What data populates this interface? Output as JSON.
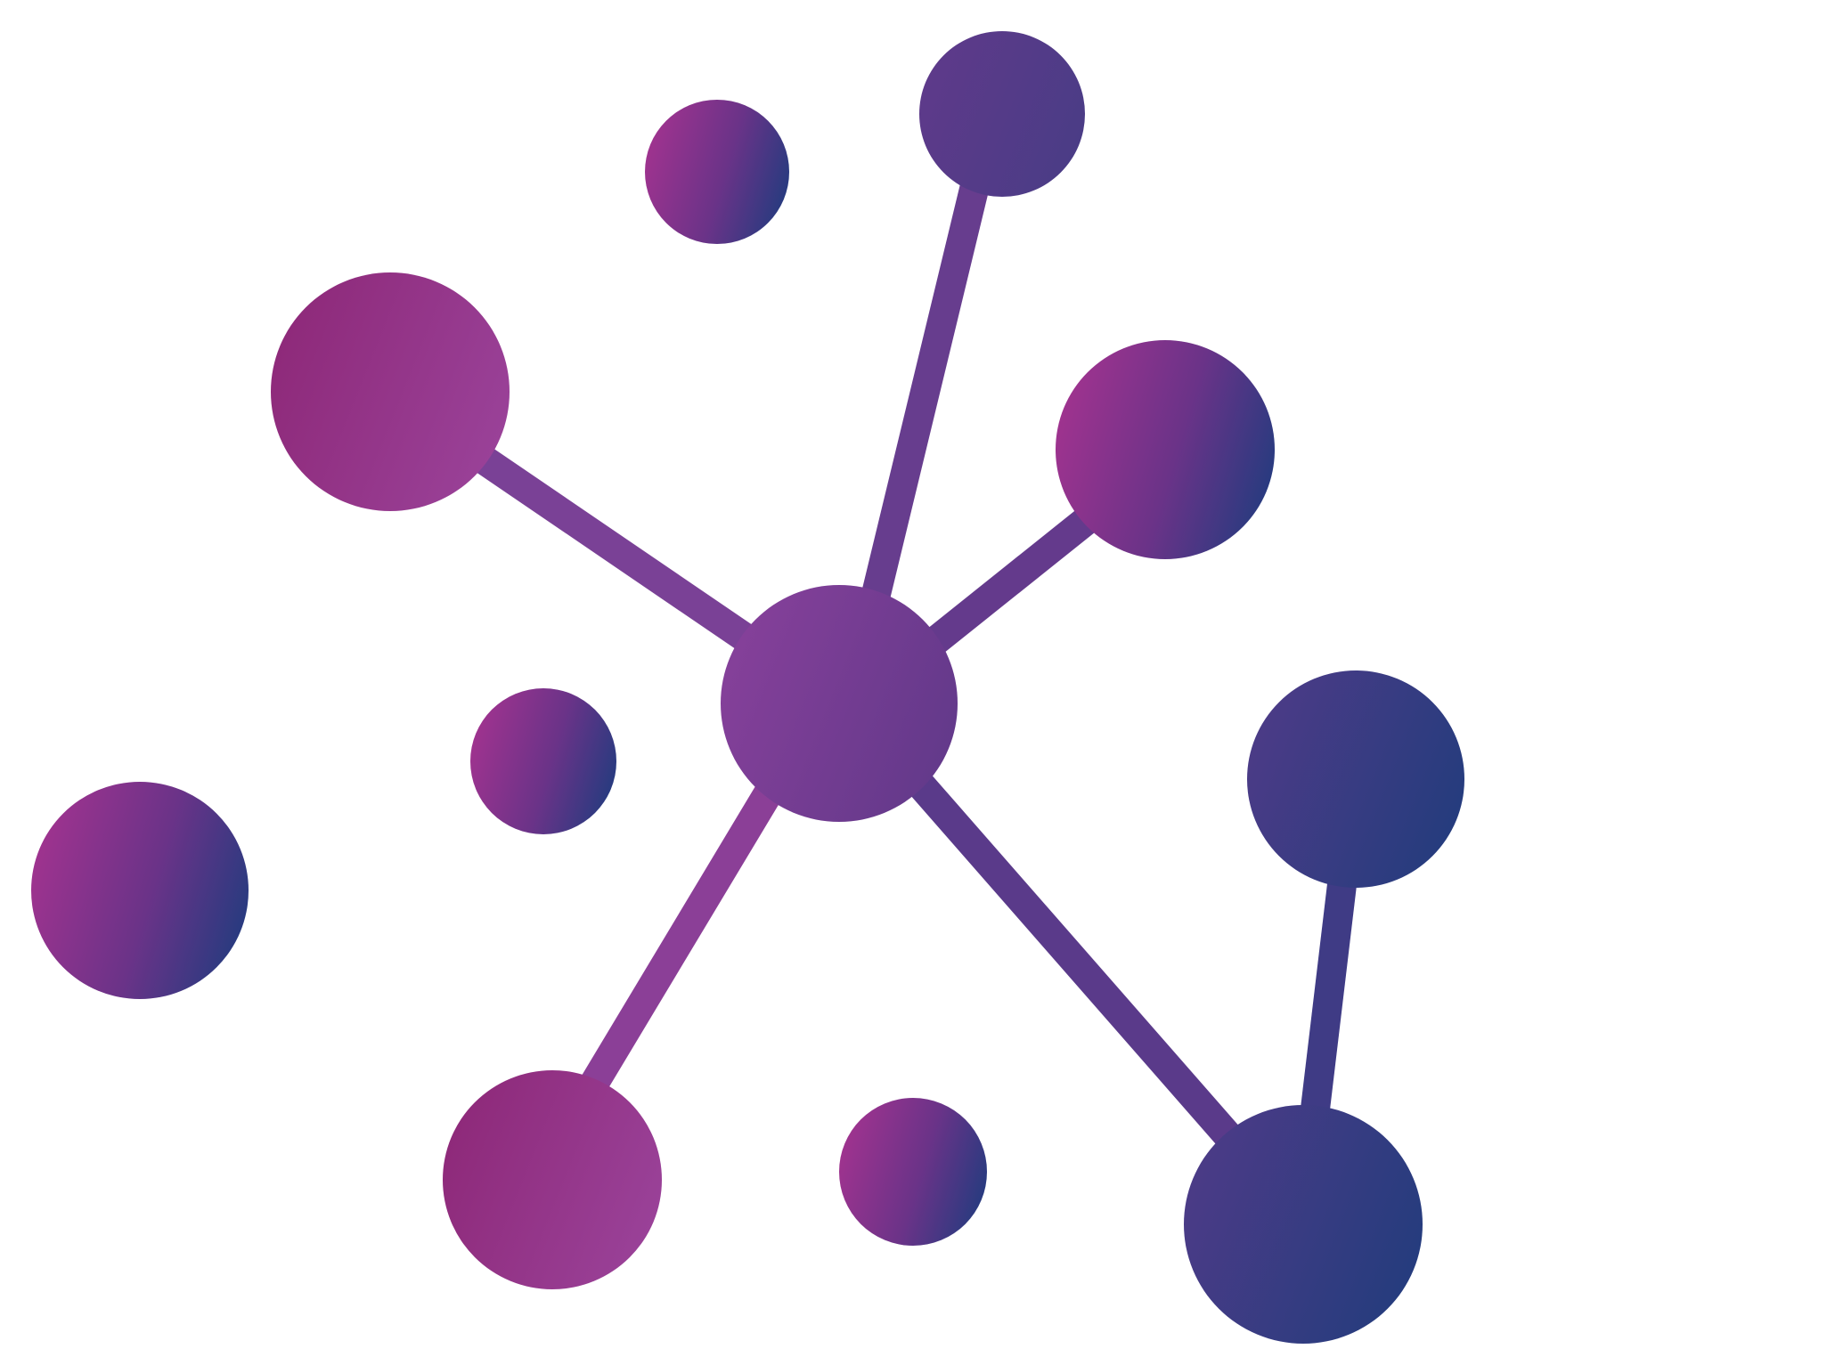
{
  "diagram": {
    "type": "network-graph",
    "background": "#ffffff",
    "colors": {
      "edge": "#6a3b8e",
      "magenta": "#a0338f",
      "purple": "#7a3f96",
      "violet": "#5a3a8a",
      "navy": "#283c7e",
      "plum": "#8e2d7b",
      "orchid": "#9a4197"
    },
    "nodes": [
      {
        "id": "center-node",
        "icon": "circle-node-icon"
      },
      {
        "id": "top-node",
        "icon": "circle-node-icon"
      },
      {
        "id": "top-left-large-node",
        "icon": "circle-node-icon"
      },
      {
        "id": "top-small-node",
        "icon": "circle-node-icon"
      },
      {
        "id": "right-upper-node",
        "icon": "circle-node-icon"
      },
      {
        "id": "right-mid-node",
        "icon": "circle-node-icon"
      },
      {
        "id": "bottom-right-node",
        "icon": "circle-node-icon"
      },
      {
        "id": "bottom-left-node",
        "icon": "circle-node-icon"
      },
      {
        "id": "left-node",
        "icon": "circle-node-icon"
      },
      {
        "id": "mid-left-small-node",
        "icon": "circle-node-icon"
      },
      {
        "id": "bottom-small-node",
        "icon": "circle-node-icon"
      }
    ],
    "edges": [
      {
        "from": "center-node",
        "to": "top-node"
      },
      {
        "from": "center-node",
        "to": "top-left-large-node"
      },
      {
        "from": "center-node",
        "to": "right-upper-node"
      },
      {
        "from": "center-node",
        "to": "bottom-left-node"
      },
      {
        "from": "center-node",
        "to": "bottom-right-node"
      },
      {
        "from": "right-mid-node",
        "to": "bottom-right-node"
      }
    ]
  }
}
